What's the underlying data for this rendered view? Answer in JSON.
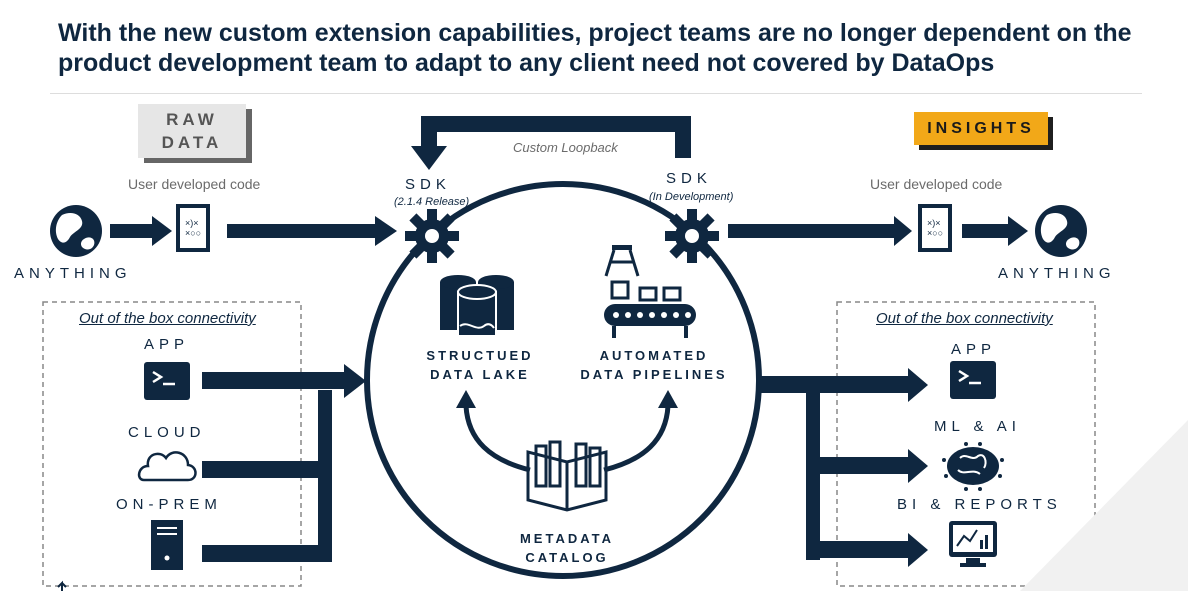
{
  "header": {
    "title": "With the new custom extension capabilities, project teams are no longer dependent on the product development team to adapt to any client need not covered by DataOps"
  },
  "left": {
    "raw_data_line1": "RAW",
    "raw_data_line2": "DATA",
    "user_code": "User developed code",
    "anything": "ANYTHING",
    "ooc_title": "Out of the box connectivity",
    "app": "APP",
    "cloud": "CLOUD",
    "onprem": "ON-PREM"
  },
  "center": {
    "custom_loopback": "Custom Loopback",
    "sdk_left": "SDK",
    "sdk_left_sub": "(2.1.4 Release)",
    "sdk_right": "SDK",
    "sdk_right_sub": "(In Development)",
    "lake_line1": "STRUCTUED",
    "lake_line2": "DATA LAKE",
    "pipe_line1": "AUTOMATED",
    "pipe_line2": "DATA PIPELINES",
    "meta_line1": "METADATA",
    "meta_line2": "CATALOG"
  },
  "right": {
    "insights": "INSIGHTS",
    "user_code": "User developed code",
    "anything": "ANYTHING",
    "ooc_title": "Out of the box connectivity",
    "app": "APP",
    "mlai": "ML & AI",
    "bi": "BI & REPORTS"
  },
  "colors": {
    "navy": "#0f2740",
    "accent": "#f2a818",
    "grey_box": "#e6e6e6"
  }
}
